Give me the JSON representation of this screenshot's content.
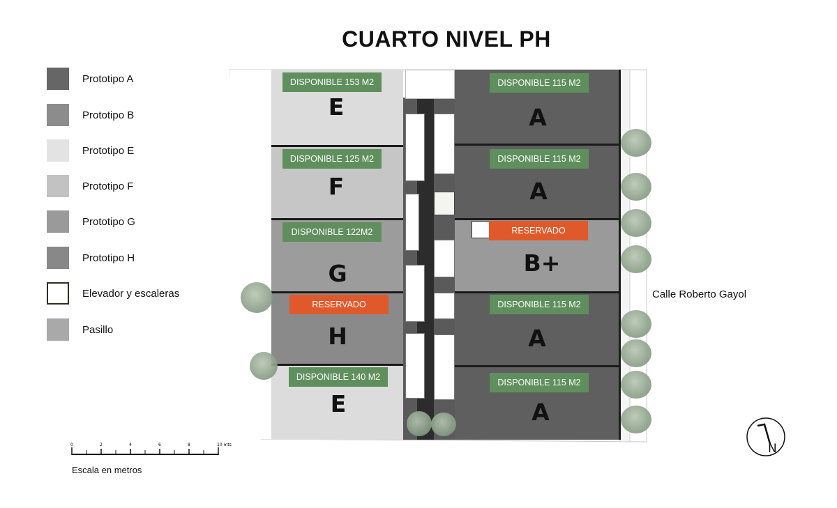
{
  "title": "CUARTO NIVEL PH",
  "legend": [
    {
      "label": "Prototipo A",
      "color": "#666666"
    },
    {
      "label": "Prototipo B",
      "color": "#8c8c8c"
    },
    {
      "label": "Prototipo E",
      "color": "#e3e3e3"
    },
    {
      "label": "Prototipo F",
      "color": "#c2c2c2"
    },
    {
      "label": "Prototipo G",
      "color": "#9a9a9a"
    },
    {
      "label": "Prototipo H",
      "color": "#888888"
    },
    {
      "label": "Elevador y escaleras",
      "color": "#ffffff"
    },
    {
      "label": "Pasillo",
      "color": "#a9a9a9"
    }
  ],
  "units": [
    {
      "badge": "DISPONIBLE 153 M2",
      "status": "available",
      "letter": "E"
    },
    {
      "badge": "DISPONIBLE 125 M2",
      "status": "available",
      "letter": "F"
    },
    {
      "badge": "DISPONIBLE 122M2",
      "status": "available",
      "letter": "G"
    },
    {
      "badge": "RESERVADO",
      "status": "reserved",
      "letter": "H"
    },
    {
      "badge": "DISPONIBLE 140 M2",
      "status": "available",
      "letter": "E"
    },
    {
      "badge": "DISPONIBLE 115 M2",
      "status": "available",
      "letter": "A"
    },
    {
      "badge": "DISPONIBLE 115 M2",
      "status": "available",
      "letter": "A"
    },
    {
      "badge": "RESERVADO",
      "status": "reserved",
      "letter": "B+"
    },
    {
      "badge": "DISPONIBLE 115 M2",
      "status": "available",
      "letter": "A"
    },
    {
      "badge": "DISPONIBLE 115 M2",
      "status": "available",
      "letter": "A"
    }
  ],
  "status_colors": {
    "available": "#5f8f5c",
    "reserved": "#e0592a"
  },
  "street": "Calle Roberto Gayol",
  "scale": {
    "ticks": [
      "0",
      "2",
      "4",
      "6",
      "8",
      "10 mts"
    ],
    "caption": "Escala en metros"
  },
  "north": "N"
}
